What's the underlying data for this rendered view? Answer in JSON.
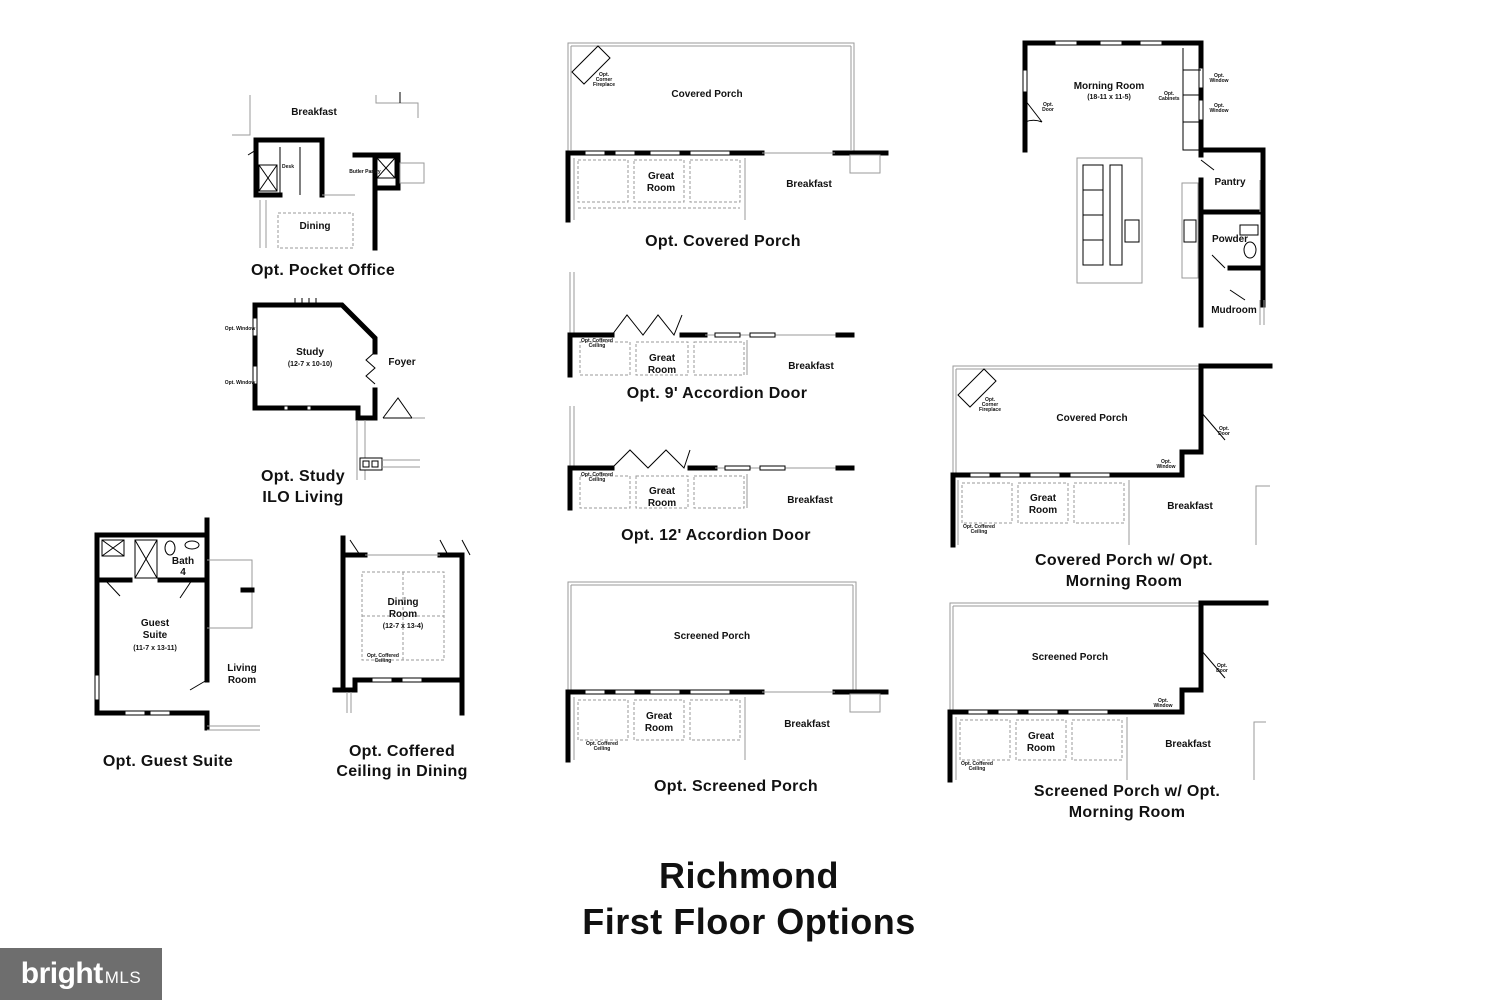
{
  "title": {
    "line1": "Richmond",
    "line2": "First Floor Options"
  },
  "watermark": {
    "brand": "bright",
    "suffix": "MLS"
  },
  "panels": {
    "pocket_office": {
      "caption": "Opt. Pocket Office",
      "rooms": {
        "breakfast": "Breakfast",
        "dining": "Dining",
        "desk": "Desk",
        "butler": "Butler Pantry"
      }
    },
    "study": {
      "caption1": "Opt. Study",
      "caption2": "ILO Living",
      "rooms": {
        "study": "Study",
        "study_dim": "(12-7 x 10-10)",
        "foyer": "Foyer",
        "opt_window_a": "Opt. Window",
        "opt_window_b": "Opt. Window"
      }
    },
    "guest_suite": {
      "caption": "Opt. Guest Suite",
      "rooms": {
        "bath": "Bath",
        "bath_no": "4",
        "guest1": "Guest",
        "guest2": "Suite",
        "guest_dim": "(11-7 x 13-11)",
        "living1": "Living",
        "living2": "Room"
      }
    },
    "coffered_dining": {
      "caption1": "Opt. Coffered",
      "caption2": "Ceiling in Dining",
      "rooms": {
        "dining1": "Dining",
        "dining2": "Room",
        "dining_dim": "(12-7 x 13-4)",
        "coffered1": "Opt. Coffered",
        "coffered2": "Ceiling"
      }
    },
    "covered_porch": {
      "caption": "Opt. Covered Porch",
      "rooms": {
        "porch": "Covered Porch",
        "fireplace1": "Opt.",
        "fireplace2": "Corner",
        "fireplace3": "Fireplace",
        "great1": "Great",
        "great2": "Room",
        "breakfast": "Breakfast"
      }
    },
    "accordion9": {
      "caption": "Opt. 9' Accordion Door",
      "rooms": {
        "great1": "Great",
        "great2": "Room",
        "breakfast": "Breakfast",
        "coffered1": "Opt. Coffered",
        "coffered2": "Ceiling"
      }
    },
    "accordion12": {
      "caption": "Opt. 12' Accordion Door",
      "rooms": {
        "great1": "Great",
        "great2": "Room",
        "breakfast": "Breakfast",
        "coffered1": "Opt. Coffered",
        "coffered2": "Ceiling"
      }
    },
    "screened_porch": {
      "caption": "Opt. Screened Porch",
      "rooms": {
        "porch": "Screened Porch",
        "great1": "Great",
        "great2": "Room",
        "breakfast": "Breakfast",
        "coffered1": "Opt. Coffered",
        "coffered2": "Ceiling"
      }
    },
    "morning_room": {
      "rooms": {
        "morning": "Morning Room",
        "morning_dim": "(18-11 x 11-5)",
        "opt_door1": "Opt.",
        "opt_door2": "Door",
        "win1a": "Opt.",
        "win1b": "Window",
        "win2a": "Opt.",
        "win2b": "Window",
        "cab1": "Opt.",
        "cab2": "Cabinets",
        "pantry": "Pantry",
        "powder": "Powder",
        "mudroom": "Mudroom"
      }
    },
    "covered_morning": {
      "caption1": "Covered Porch w/ Opt.",
      "caption2": "Morning Room",
      "rooms": {
        "porch": "Covered Porch",
        "fireplace1": "Opt.",
        "fireplace2": "Corner",
        "fireplace3": "Fireplace",
        "door1": "Opt.",
        "door2": "Door",
        "win1": "Opt.",
        "win2": "Window",
        "great1": "Great",
        "great2": "Room",
        "breakfast": "Breakfast",
        "coffered1": "Opt. Coffered",
        "coffered2": "Ceiling"
      }
    },
    "screened_morning": {
      "caption1": "Screened Porch w/ Opt.",
      "caption2": "Morning Room",
      "rooms": {
        "porch": "Screened Porch",
        "door1": "Opt.",
        "door2": "Door",
        "win1": "Opt.",
        "win2": "Window",
        "great1": "Great",
        "great2": "Room",
        "breakfast": "Breakfast",
        "coffered1": "Opt. Coffered",
        "coffered2": "Ceiling"
      }
    }
  }
}
